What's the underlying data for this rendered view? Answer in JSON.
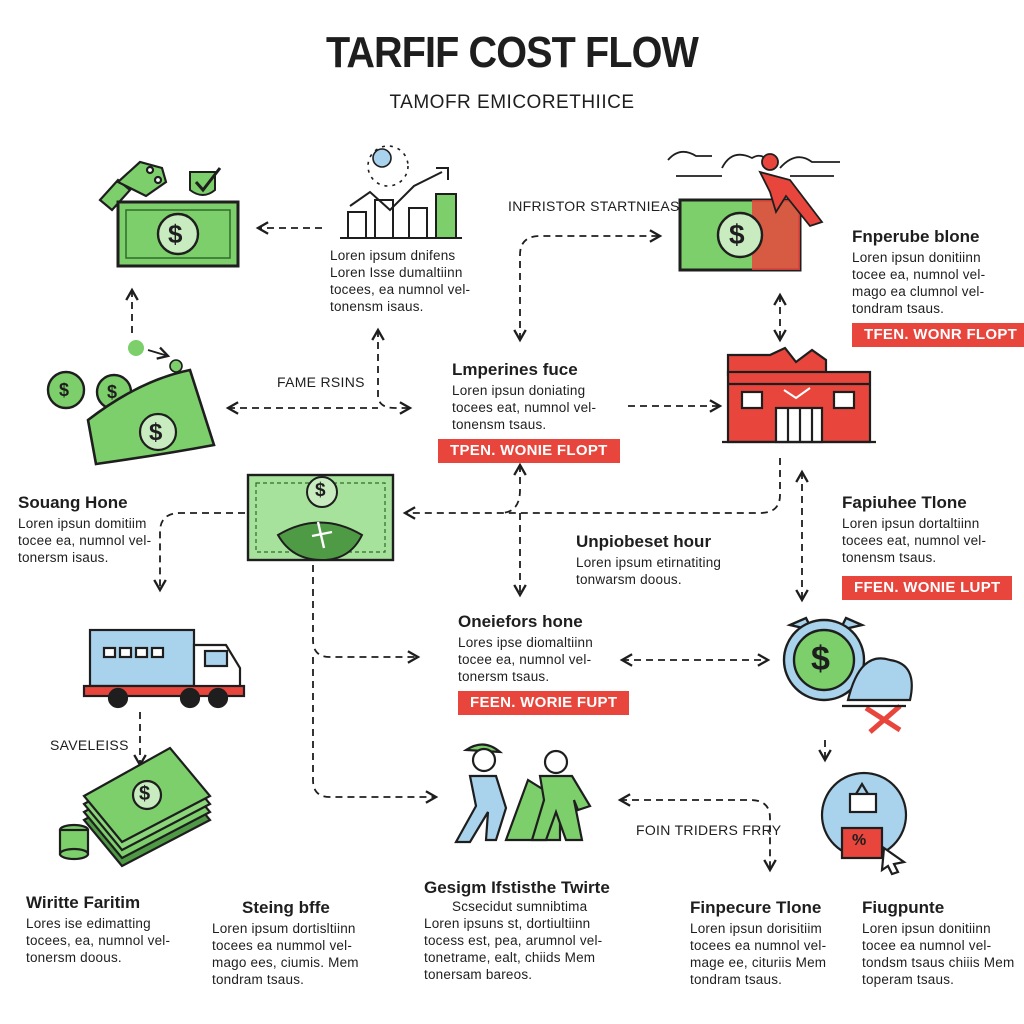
{
  "header": {
    "title": "TARFIF COST FLOW",
    "subtitle": "TAMOFR EMICORETHIICE"
  },
  "labels": {
    "infrastructure": "INFRISTOR STARTNIEAS",
    "fame": "FAME RSINS",
    "saveless": "SAVELEISS",
    "foin": "FOIN TRIDERS FRRY"
  },
  "nodes": {
    "market": {
      "body": "Loren ipsum dnifens\nLoren Isse dumaltiinn\ntocees, ea numnol vel-\ntonensm isaus."
    },
    "fnperube": {
      "heading": "Fnperube blone",
      "body": "Loren ipsun donitiinn\ntocee ea, numnol vel-\nmago ea clumnol vel-\ntondram tsaus.",
      "badge": "TFEN. WONR FLOPT"
    },
    "imperines": {
      "heading": "Lmperines fuce",
      "body": "Loren ipsun doniating\ntocees eat, numnol vel-\ntonensm tsaus.",
      "badge": "TPEN. WONIE FLOPT"
    },
    "souang": {
      "heading": "Souang Hone",
      "body": "Loren ipsun domitiim\ntocee ea, numnol vel-\ntonersm isaus."
    },
    "fapiuhee": {
      "heading": "Fapiuhee Tlone",
      "body": "Loren ipsun dortaltiinn\ntocees eat, numnol vel-\ntonensm tsaus.",
      "badge": "FFEN. WONIE LUPT"
    },
    "unpiobeset": {
      "heading": "Unpiobeset hour",
      "body": "Loren ipsum etirnatiting\ntonwarsm doous."
    },
    "oneiefors": {
      "heading": "Oneiefors hone",
      "body": "Lores ipse diomaltiinn\ntocee ea, numnol vel-\ntonersm tsaus.",
      "badge": "FEEN. WORIE FUPT"
    },
    "wiritte": {
      "heading": "Wiritte Faritim",
      "body": "Lores ise edimatting\ntocees, ea, numnol vel-\ntonersm doous."
    },
    "steing": {
      "heading": "Steing bffe",
      "body": "Loren ipsum dortisltiinn\ntocees ea nummol vel-\nmago ees, ciumis. Mem\ntondram tsaus."
    },
    "gesigm": {
      "heading": "Gesigm Ifstisthe Twirte",
      "subheading": "Scsecidut sumnibtima",
      "body": "Loren ipsuns st, dortiultiinn\ntocess est, pea, arumnol vel-\ntonetrame, ealt, chiids Mem\ntonersam bareos."
    },
    "finpecure": {
      "heading": "Finpecure Tlone",
      "body": "Loren ipsun dorisitiim\ntocees ea numnol vel-\nmage ee, cituriis Mem\ntondram tsaus."
    },
    "fiugpunte": {
      "heading": "Fiugpunte",
      "body": "Loren ipsun donitiinn\ntocee ea numnol vel-\ntondsm tsaus chiiis Mem\ntoperam tsaus."
    }
  },
  "icon_labels": {
    "dollar_sign": "$",
    "percent_sign": "%"
  },
  "colors": {
    "green": "#7ccf6b",
    "green_dark": "#2f6b2a",
    "red": "#e8453c",
    "blue": "#a9d3ec",
    "ink": "#1e1e1e"
  }
}
